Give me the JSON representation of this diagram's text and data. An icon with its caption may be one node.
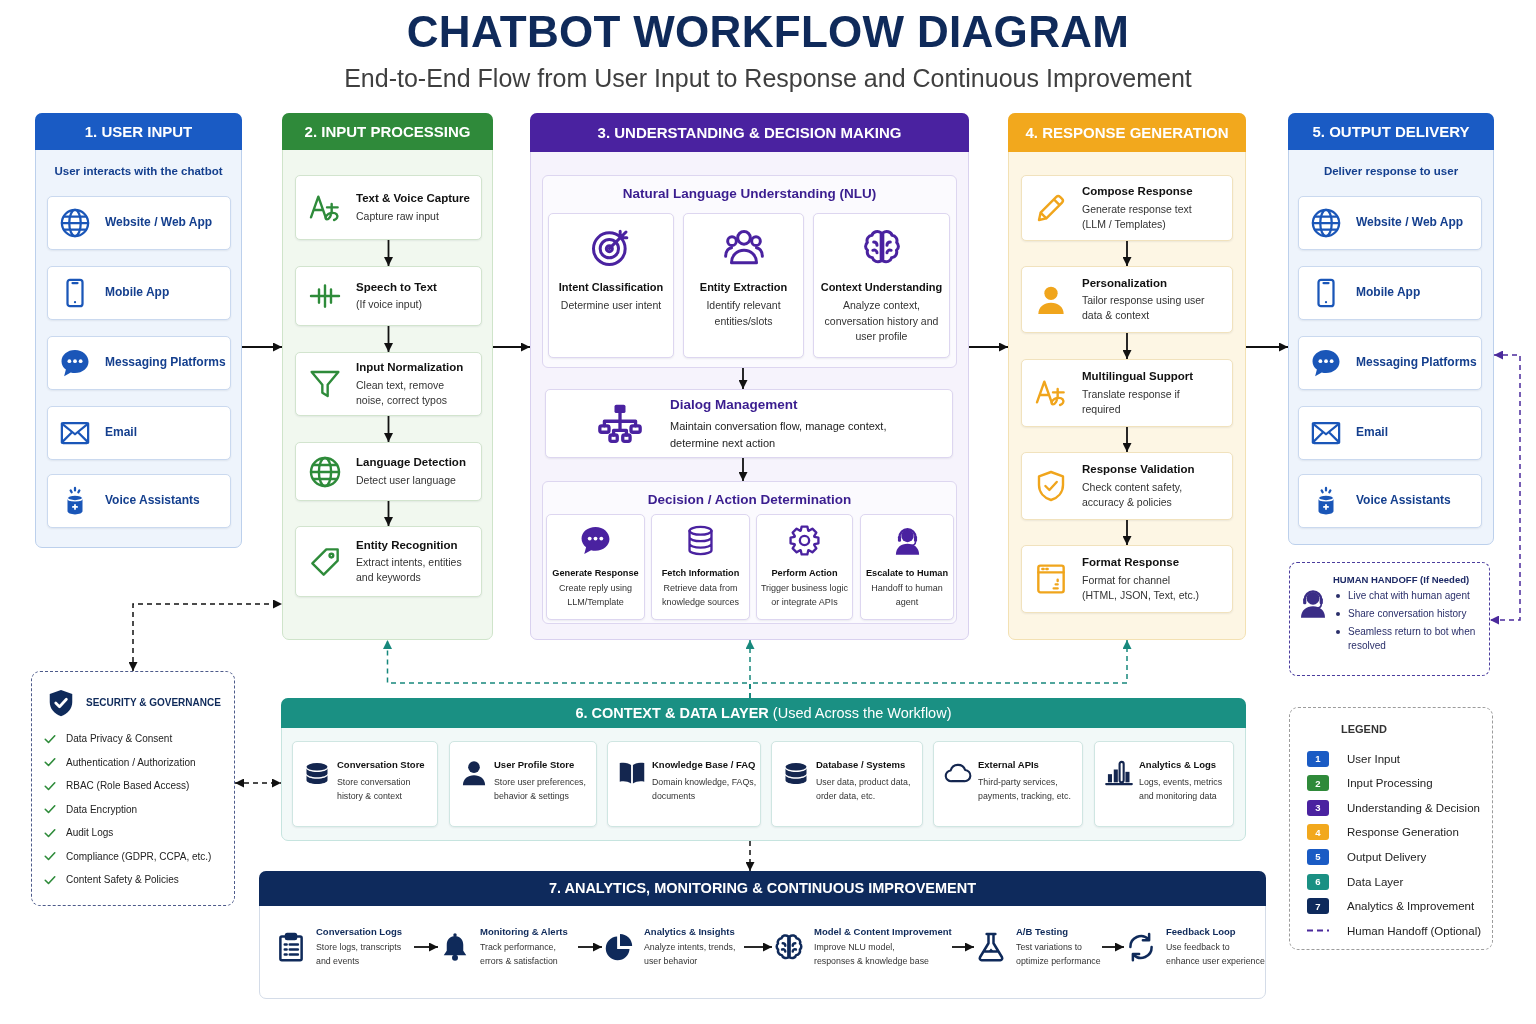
{
  "diagram": {
    "title": "CHATBOT WORKFLOW DIAGRAM",
    "nodes": [
      {
        "text": [
          "1. USER INPUT",
          "User interacts with the chatbot"
        ]
      },
      {
        "text": [
          "Website / Web App"
        ],
        "in": 0
      },
      {
        "text": [
          "Mobile App"
        ],
        "in": 0
      },
      {
        "text": [
          "Messaging Platforms"
        ],
        "in": 0
      },
      {
        "text": [
          "Email"
        ],
        "in": 0
      },
      {
        "text": [
          "Voice Assistants"
        ],
        "in": 0
      },
      {
        "text": [
          "2. INPUT PROCESSING"
        ]
      },
      {
        "text": [
          "Text & Voice Capture",
          "Capture raw input"
        ],
        "in": 6
      },
      {
        "text": [
          "Speech to Text",
          "(If voice input)"
        ],
        "in": 6
      },
      {
        "text": [
          "Input Normalization",
          "Clean text, remove noise, correct typos"
        ],
        "in": 6
      },
      {
        "text": [
          "Language Detection",
          "Detect user language"
        ],
        "in": 6
      },
      {
        "text": [
          "Entity Recognition",
          "Extract intents, entities and keywords"
        ],
        "in": 6
      },
      {
        "text": [
          "3. UNDERSTANDING & DECISION MAKING"
        ]
      },
      {
        "text": [
          "Natural Language Understanding (NLU)"
        ],
        "in": 12
      },
      {
        "text": [
          "Intent Classification",
          "Determine user intent"
        ],
        "in": 13
      },
      {
        "text": [
          "Entity Extraction",
          "Identify relevant entities/slots"
        ],
        "in": 13
      },
      {
        "text": [
          "Context Understanding",
          "Analyze context, conversation history and user profile"
        ],
        "in": 13
      },
      {
        "text": [
          "Dialog Management",
          "Maintain conversation flow, manage context, determine next action"
        ],
        "in": 12
      },
      {
        "text": [
          "Decision / Action Determination"
        ],
        "in": 12
      },
      {
        "text": [
          "Generate Response",
          "Create reply using LLM/Template"
        ],
        "in": 18
      },
      {
        "text": [
          "Fetch Information",
          "Retrieve data from knowledge sources"
        ],
        "in": 18
      },
      {
        "text": [
          "Perform Action",
          "Trigger business logic or integrate APIs"
        ],
        "in": 18
      },
      {
        "text": [
          "Escalate to Human",
          "Handoff to human agent"
        ],
        "in": 18
      },
      {
        "text": [
          "4. RESPONSE GENERATION"
        ]
      },
      {
        "text": [
          "Compose Response",
          "Generate response text (LLM / Templates)"
        ],
        "in": 23
      },
      {
        "text": [
          "Personalization",
          "Tailor response using user data & context"
        ],
        "in": 23
      },
      {
        "text": [
          "Multilingual Support",
          "Translate response if required"
        ],
        "in": 23
      },
      {
        "text": [
          "Response Validation",
          "Check content safety, accuracy & policies"
        ],
        "in": 23
      },
      {
        "text": [
          "Format Response",
          "Format for channel (HTML, JSON, Text, etc.)"
        ],
        "in": 23
      },
      {
        "text": [
          "5. OUTPUT DELIVERY",
          "Deliver response to user"
        ]
      },
      {
        "text": [
          "Website / Web App"
        ],
        "in": 29
      },
      {
        "text": [
          "Mobile App"
        ],
        "in": 29
      },
      {
        "text": [
          "Messaging Platforms"
        ],
        "in": 29
      },
      {
        "text": [
          "Email"
        ],
        "in": 29
      },
      {
        "text": [
          "Voice Assistants"
        ],
        "in": 29
      },
      {
        "text": [
          "HUMAN HANDOFF (If Needed)",
          "Live chat with human agent",
          "Share conversation history",
          "Seamless return to bot when resolved"
        ]
      },
      {
        "text": [
          "SECURITY & GOVERNANCE",
          "Data Privacy & Consent",
          "Authentication / Authorization",
          "RBAC (Role Based Access)",
          "Data Encryption",
          "Audit Logs",
          "Compliance (GDPR, CCPA, etc.)",
          "Content Safety & Policies"
        ]
      },
      {
        "text": [
          "**6. CONTEXT & DATA LAYER** (Used Across the Workflow)"
        ]
      },
      {
        "text": [
          "Conversation Store",
          "Store conversation history & context"
        ],
        "in": 37
      },
      {
        "text": [
          "User Profile Store",
          "Store user preferences, behavior & settings"
        ],
        "in": 37
      },
      {
        "text": [
          "Knowledge Base / FAQ",
          "Domain knowledge, FAQs, documents"
        ],
        "in": 37
      },
      {
        "text": [
          "Database / Systems",
          "User data, product data, order data, etc."
        ],
        "in": 37
      },
      {
        "text": [
          "External APIs",
          "Third-party services, payments, tracking, etc."
        ],
        "in": 37
      },
      {
        "text": [
          "Analytics & Logs",
          "Logs, events, metrics and monitoring data"
        ],
        "in": 37
      },
      {
        "text": [
          "7. ANALYTICS, MONITORING & CONTINUOUS IMPROVEMENT"
        ]
      },
      {
        "text": [
          "Conversation Logs",
          "Store logs, transcripts and events"
        ],
        "in": 44
      },
      {
        "text": [
          "Monitoring & Alerts",
          "Track performance, errors & satisfaction"
        ],
        "in": 44
      },
      {
        "text": [
          "Analytics & Insights",
          "Analyze intents, trends, user behavior"
        ],
        "in": 44
      },
      {
        "text": [
          "Model & Content Improvement",
          "Improve NLU model, responses & knowledge base"
        ],
        "in": 44
      },
      {
        "text": [
          "A/B Testing",
          "Test variations to optimize performance"
        ],
        "in": 44
      },
      {
        "text": [
          "Feedback Loop",
          "Use feedback to enhance user experience"
        ],
        "in": 44
      }
    ],
    "edges": [
      {
        "from": 0,
        "to": 6,
        "arrow": "to"
      },
      {
        "from": 6,
        "to": 12,
        "arrow": "to"
      },
      {
        "from": 12,
        "to": 23,
        "arrow": "to"
      },
      {
        "from": 23,
        "to": 29,
        "arrow": "to"
      },
      {
        "from": 7,
        "to": 8,
        "arrow": "to"
      },
      {
        "from": 8,
        "to": 9,
        "arrow": "to"
      },
      {
        "from": 9,
        "to": 10,
        "arrow": "to"
      },
      {
        "from": 10,
        "to": 11,
        "arrow": "to"
      },
      {
        "from": 13,
        "to": 17,
        "arrow": "to"
      },
      {
        "from": 17,
        "to": 18,
        "arrow": "to"
      },
      {
        "from": 24,
        "to": 25,
        "arrow": "to"
      },
      {
        "from": 25,
        "to": 26,
        "arrow": "to"
      },
      {
        "from": 26,
        "to": 27,
        "arrow": "to"
      },
      {
        "from": 27,
        "to": 28,
        "arrow": "to"
      },
      {
        "from": 29,
        "to": 35,
        "arrow": "both",
        "style": "dashed",
        "color": "#4b2a9c"
      },
      {
        "from": 36,
        "to": 6,
        "arrow": "both",
        "style": "dashed"
      },
      {
        "from": 36,
        "to": 37,
        "arrow": "both",
        "style": "dashed"
      },
      {
        "from": 37,
        "to": 6,
        "arrow": "to",
        "style": "dashed",
        "color": "#17887c"
      },
      {
        "from": 37,
        "to": 12,
        "arrow": "to",
        "style": "dashed",
        "color": "#17887c"
      },
      {
        "from": 37,
        "to": 23,
        "arrow": "to",
        "style": "dashed",
        "color": "#17887c"
      },
      {
        "from": 37,
        "to": 44,
        "arrow": "to",
        "style": "dashed"
      },
      {
        "from": 45,
        "to": 46,
        "arrow": "to"
      },
      {
        "from": 46,
        "to": 47,
        "arrow": "to"
      },
      {
        "from": 47,
        "to": 48,
        "arrow": "to"
      },
      {
        "from": 48,
        "to": 49,
        "arrow": "to"
      },
      {
        "from": 49,
        "to": 50,
        "arrow": "to"
      }
    ],
    "labels": [
      "End-to-End Flow from User Input to Response and Continuous Improvement",
      "LEGEND",
      "1",
      "2",
      "3",
      "4",
      "5",
      "6",
      "7"
    ],
    "legend": [
      {
        "text": "User Input",
        "color": "#1a5bc4"
      },
      {
        "text": "Input Processing",
        "color": "#2f8a3a"
      },
      {
        "text": "Understanding & Decision",
        "color": "#4a22a0"
      },
      {
        "text": "Response Generation",
        "color": "#f2a81d"
      },
      {
        "text": "Output Delivery",
        "color": "#1a5bc4"
      },
      {
        "text": "Data Layer",
        "color": "#1a9083"
      },
      {
        "text": "Analytics & Improvement",
        "color": "#0e2a5c"
      },
      {
        "text": "Human Handoff (Optional)"
      }
    ]
  }
}
